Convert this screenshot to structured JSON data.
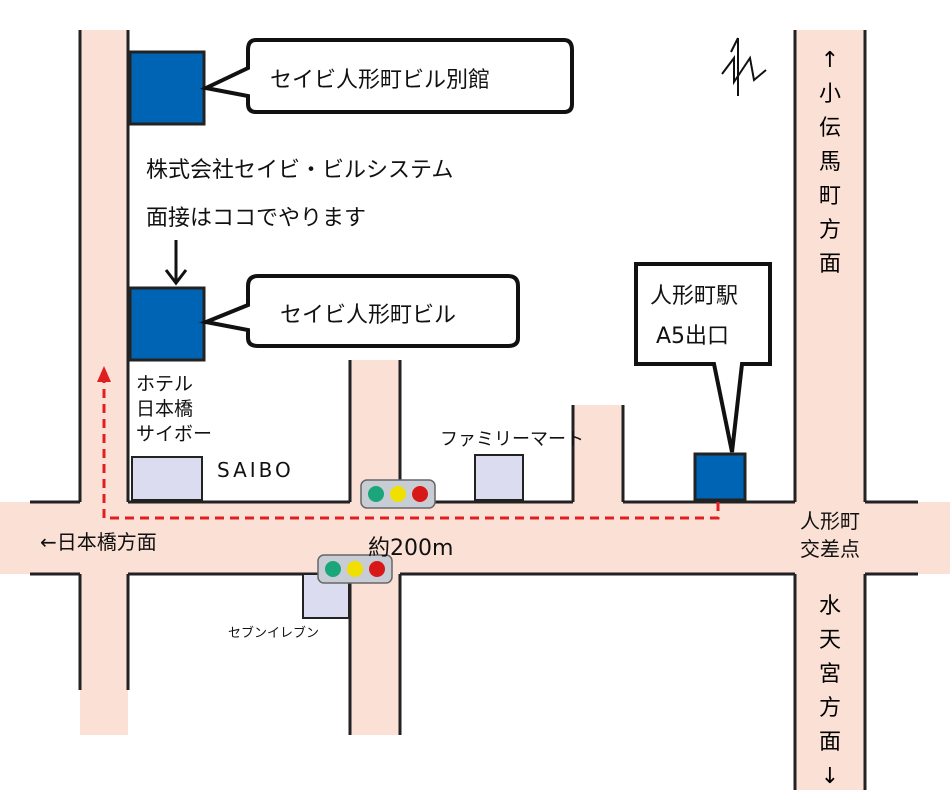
{
  "colors": {
    "road": "#fbe0d6",
    "road_edge": "#222222",
    "building": "#0064b4",
    "shop": "#dcdcf0",
    "route": "#e02020"
  },
  "labels": {
    "annex": "セイビ人形町ビル別館",
    "main_building": "セイビ人形町ビル",
    "company": "株式会社セイビ・ビルシステム",
    "interview": "面接はココでやります",
    "station_line1": "人形町駅",
    "station_line2": "A5出口",
    "hotel_line1": "ホテル",
    "hotel_line2": "日本橋",
    "hotel_line3": "サイボー",
    "saibo": "SAIBO",
    "familymart": "ファミリーマート",
    "seven_eleven": "セブンイレブン",
    "nihonbashi_dir": "←日本橋方面",
    "distance": "約200m",
    "intersection_line1": "人形町",
    "intersection_line2": "交差点",
    "kodenmacho_dir": [
      "↑",
      "小",
      "伝",
      "馬",
      "町",
      "方",
      "面"
    ],
    "suitengu_dir": [
      "水",
      "天",
      "宮",
      "方",
      "面",
      "↓"
    ]
  },
  "icons": [
    "north-arrow-icon",
    "traffic-light-icon"
  ]
}
